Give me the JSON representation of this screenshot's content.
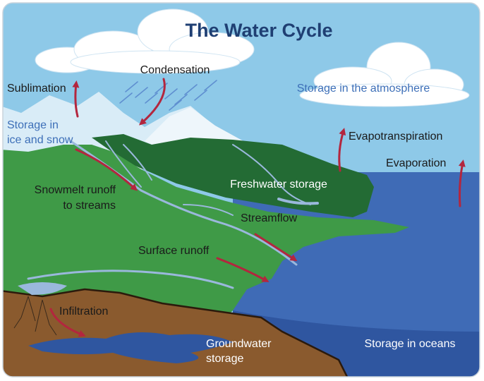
{
  "title": "The Water Cycle",
  "labels": {
    "condensation": "Condensation",
    "sublimation": "Sublimation",
    "storage_ice_line1": "Storage in",
    "storage_ice_line2": "ice and snow",
    "storage_atmosphere": "Storage in the atmosphere",
    "evapotranspiration": "Evapotranspiration",
    "evaporation": "Evaporation",
    "freshwater_storage": "Freshwater storage",
    "snowmelt_line1": "Snowmelt runoff",
    "snowmelt_line2": "to streams",
    "streamflow": "Streamflow",
    "surface_runoff": "Surface runoff",
    "infiltration": "Infiltration",
    "groundwater_line1": "Groundwater",
    "groundwater_line2": "storage",
    "storage_oceans": "Storage in oceans"
  },
  "colors": {
    "sky": "#8ec9e8",
    "snow": "#d9ecf7",
    "land_light": "#3f9a47",
    "land_dark": "#236b34",
    "ocean": "#3f6bb6",
    "ocean_deep": "#2f56a0",
    "soil": "#8a5a2e",
    "arrow": "#b3263e",
    "river": "#9ab8dc"
  }
}
